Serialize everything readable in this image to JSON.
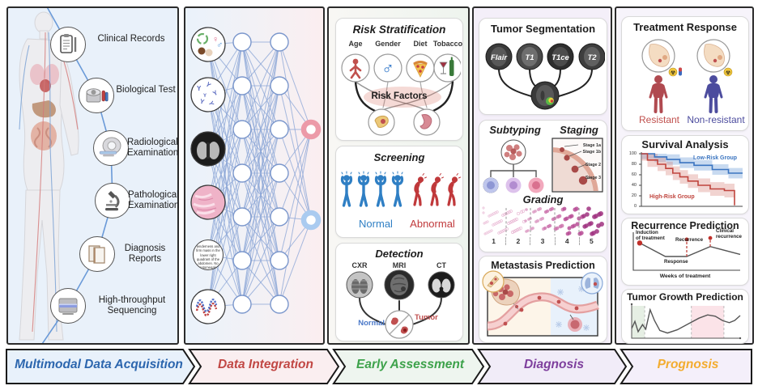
{
  "banner": {
    "stages": [
      {
        "label": "Multimodal Data Acquisition",
        "color": "#2c66ae",
        "bg": "#e8f1fb"
      },
      {
        "label": "Data Integration",
        "color": "#c14744",
        "bg": "#faeef0"
      },
      {
        "label": "Early Assessment",
        "color": "#3da24b",
        "bg": "#eef5ef"
      },
      {
        "label": "Diagnosis",
        "color": "#7e3f9d",
        "bg": "#f1ecf8"
      },
      {
        "label": "Prognosis",
        "color": "#f3ac2f",
        "bg": "#f4effa"
      }
    ]
  },
  "acquisition": {
    "items": [
      {
        "label": "Clinical Records",
        "icon": "clipboard-icon"
      },
      {
        "label": "Biological Test",
        "icon": "centrifuge-icon"
      },
      {
        "label": "Radiological Examination",
        "icon": "ct-scanner-icon"
      },
      {
        "label": "Pathological Examination",
        "icon": "microscope-icon"
      },
      {
        "label": "Diagnosis Reports",
        "icon": "documents-icon"
      },
      {
        "label": "High-throughput Sequencing",
        "icon": "sequencer-icon"
      }
    ]
  },
  "integration": {
    "note_text": "tenderness and firm mass in the lower right quadrant of the abdomen. No hepatomegaly or splenomegaly",
    "inputs": [
      "demographics",
      "antibodies",
      "chest-scan",
      "pathology-slide",
      "clinical-note",
      "dna"
    ]
  },
  "early": {
    "risk": {
      "title": "Risk Stratification",
      "factors": [
        "Age",
        "Gender",
        "Diet",
        "Tobacco"
      ],
      "center": "Risk Factors"
    },
    "screening": {
      "title": "Screening",
      "normal": "Normal",
      "abnormal": "Abnormal",
      "normal_count": 4,
      "abnormal_count": 3,
      "normal_color": "#2f7fc4",
      "abnormal_color": "#c0393b"
    },
    "detection": {
      "title": "Detection",
      "modalities": [
        "CXR",
        "MRI",
        "CT"
      ],
      "normal": "Normal",
      "tumor": "Tumor"
    }
  },
  "diagnosis": {
    "segmentation": {
      "title": "Tumor Segmentation",
      "sequences": [
        "Flair",
        "T1",
        "T1ce",
        "T2"
      ]
    },
    "subtyping": {
      "title": "Subtyping"
    },
    "staging": {
      "title": "Staging",
      "labels": [
        "Stage 1a",
        "Stage 1b",
        "Stage 2",
        "Stage 3"
      ]
    },
    "grading": {
      "title": "Grading",
      "scale": [
        "1",
        "2",
        "3",
        "4",
        "5"
      ]
    },
    "metastasis": {
      "title": "Metastasis Prediction"
    }
  },
  "prognosis": {
    "treatment": {
      "title": "Treatment Response",
      "resistant": "Resistant",
      "nonresistant": "Non-resistant",
      "resistant_color": "#c0504d",
      "nonresistant_color": "#4c4c9e"
    },
    "survival": {
      "title": "Survival Analysis",
      "low": "Low-Risk Group",
      "high": "High-Risk Group",
      "yticks": [
        "100",
        "80",
        "60",
        "40",
        "20",
        "0"
      ]
    },
    "recurrence": {
      "title": "Recurrence Prediction",
      "induction": "Induction\nof treatment",
      "response": "Response",
      "recurrence": "Recurrence",
      "clinical": "Clinical\nrecurrence",
      "xlabel": "Weeks of treatment"
    },
    "growth": {
      "title": "Tumor Growth Prediction"
    }
  },
  "chart_data": [
    {
      "type": "line",
      "title": "Survival Analysis",
      "ylim": [
        0,
        100
      ],
      "yticks": [
        0,
        20,
        40,
        60,
        80,
        100
      ],
      "grid": false,
      "legend_position": "inline",
      "series": [
        {
          "name": "Low-Risk Group",
          "color": "#3a74c0",
          "points": [
            [
              0,
              100
            ],
            [
              13,
              100
            ],
            [
              13,
              94
            ],
            [
              25,
              94
            ],
            [
              25,
              89
            ],
            [
              38,
              89
            ],
            [
              38,
              83
            ],
            [
              52,
              83
            ],
            [
              52,
              78
            ],
            [
              70,
              78
            ],
            [
              70,
              70
            ],
            [
              86,
              70
            ],
            [
              86,
              63
            ],
            [
              100,
              63
            ]
          ]
        },
        {
          "name": "High-Risk Group",
          "color": "#c0453e",
          "points": [
            [
              0,
              100
            ],
            [
              6,
              100
            ],
            [
              6,
              88
            ],
            [
              16,
              88
            ],
            [
              16,
              80
            ],
            [
              24,
              80
            ],
            [
              24,
              72
            ],
            [
              31,
              72
            ],
            [
              31,
              63
            ],
            [
              38,
              63
            ],
            [
              38,
              56
            ],
            [
              46,
              56
            ],
            [
              46,
              48
            ],
            [
              56,
              48
            ],
            [
              56,
              40
            ],
            [
              68,
              40
            ],
            [
              68,
              33
            ],
            [
              82,
              33
            ],
            [
              82,
              30
            ],
            [
              92,
              30
            ],
            [
              92,
              2
            ]
          ]
        }
      ]
    },
    {
      "type": "line",
      "title": "Recurrence Prediction",
      "xlabel": "Weeks of treatment",
      "points": [
        [
          6,
          72
        ],
        [
          30,
          34
        ],
        [
          50,
          34
        ],
        [
          72,
          62
        ],
        [
          100,
          40
        ]
      ],
      "markers": [
        {
          "label": "Induction of treatment",
          "x": 6,
          "y": 72
        },
        {
          "label": "Recurrence",
          "x": 50,
          "y": 34,
          "y_top": 82
        },
        {
          "label": "Clinical recurrence",
          "x": 72,
          "y": 62,
          "y_top": 86
        }
      ]
    },
    {
      "type": "line",
      "title": "Tumor Growth Prediction",
      "points": [
        [
          0,
          30
        ],
        [
          3,
          52
        ],
        [
          6,
          20
        ],
        [
          10,
          42
        ],
        [
          13,
          28
        ],
        [
          17,
          88
        ],
        [
          21,
          55
        ],
        [
          26,
          24
        ],
        [
          33,
          16
        ],
        [
          42,
          26
        ],
        [
          52,
          44
        ],
        [
          62,
          62
        ],
        [
          70,
          72
        ],
        [
          77,
          68
        ],
        [
          84,
          54
        ],
        [
          90,
          48
        ],
        [
          95,
          55
        ],
        [
          100,
          70
        ]
      ],
      "regions": [
        {
          "from": 0,
          "to": 12,
          "color": "#e6efe4"
        },
        {
          "from": 55,
          "to": 85,
          "color": "#fbe3e8"
        }
      ],
      "dashed_lines": [
        12,
        55,
        85
      ]
    }
  ]
}
